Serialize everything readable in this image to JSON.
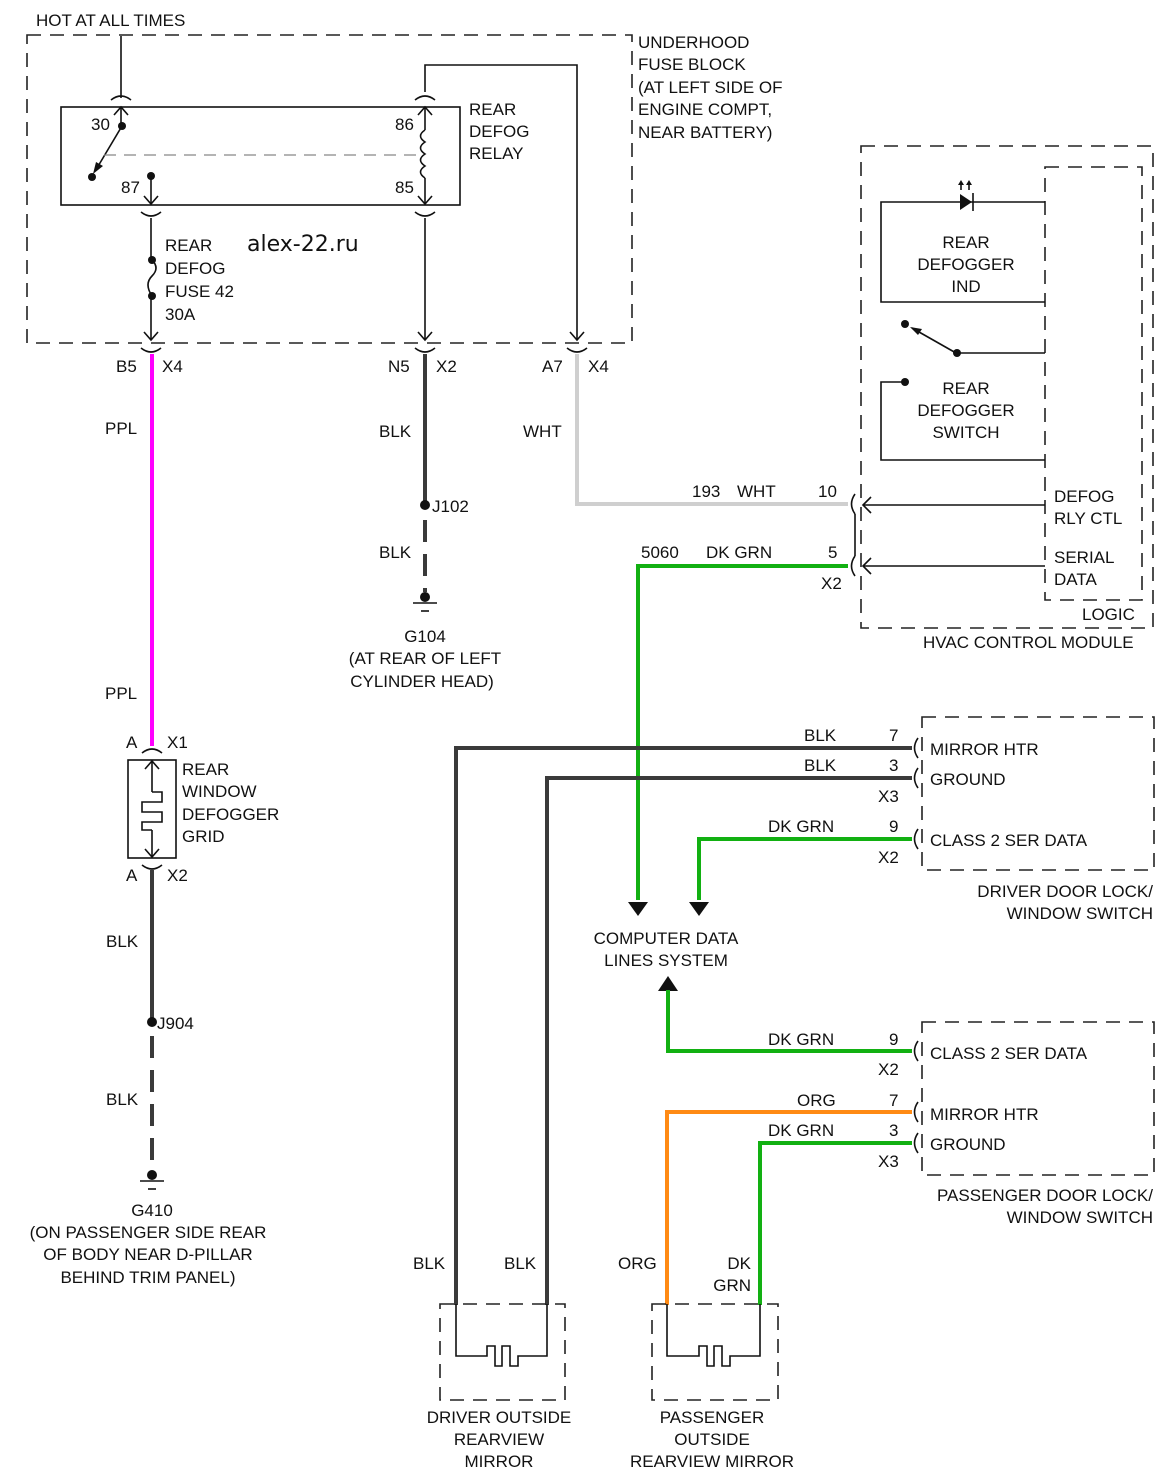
{
  "watermark": "alex-22.ru",
  "power": {
    "label": "HOT AT ALL TIMES"
  },
  "fuse_block": {
    "name_lines": [
      "UNDERHOOD",
      "FUSE BLOCK",
      "(AT LEFT SIDE OF",
      "ENGINE COMPT,",
      "NEAR BATTERY)"
    ],
    "relay": {
      "name_lines": [
        "REAR",
        "DEFOG",
        "RELAY"
      ],
      "pins": {
        "p30": "30",
        "p87": "87",
        "p86": "86",
        "p85": "85"
      }
    },
    "fuse": {
      "name_lines": [
        "REAR",
        "DEFOG",
        "FUSE 42",
        "30A"
      ]
    },
    "outputs": [
      {
        "cavity": "B5",
        "connector": "X4",
        "wire_color": "PPL"
      },
      {
        "cavity": "N5",
        "connector": "X2",
        "wire_color": "BLK"
      },
      {
        "cavity": "A7",
        "connector": "X4",
        "wire_color": "WHT"
      }
    ]
  },
  "hvac": {
    "name": "HVAC CONTROL MODULE",
    "logic_label": "LOGIC",
    "indicator_lines": [
      "REAR",
      "DEFOGGER",
      "IND"
    ],
    "switch_lines": [
      "REAR",
      "DEFOGGER",
      "SWITCH"
    ],
    "pins": [
      {
        "circuit": "193",
        "wire_color": "WHT",
        "pin": "10",
        "function_lines": [
          "DEFOG",
          "RLY CTL"
        ]
      },
      {
        "circuit": "5060",
        "wire_color": "DK GRN",
        "pin": "5",
        "connector": "X2",
        "function_lines": [
          "SERIAL",
          "DATA"
        ]
      }
    ]
  },
  "ground_g104": {
    "splice": "J102",
    "wire_color_upper": "BLK",
    "wire_color_lower": "BLK",
    "name": "G104",
    "location_lines": [
      "(AT REAR OF LEFT",
      "CYLINDER HEAD)"
    ]
  },
  "defogger_grid": {
    "wire_color_upper": "PPL",
    "top_cavity": "A",
    "top_connector": "X1",
    "bottom_cavity": "A",
    "bottom_connector": "X2",
    "name_lines": [
      "REAR",
      "WINDOW",
      "DEFOGGER",
      "GRID"
    ]
  },
  "ground_g410": {
    "wire_color_upper": "BLK",
    "splice": "J904",
    "wire_color_lower": "BLK",
    "name": "G410",
    "location_lines": [
      "(ON PASSENGER SIDE REAR",
      "OF BODY NEAR D-PILLAR",
      "BEHIND TRIM PANEL)"
    ]
  },
  "data_lines": {
    "name_lines": [
      "COMPUTER DATA",
      "LINES SYSTEM"
    ]
  },
  "driver_switch": {
    "name_lines": [
      "DRIVER DOOR LOCK/",
      "WINDOW SWITCH"
    ],
    "pins": [
      {
        "wire_color": "BLK",
        "pin": "7",
        "function": "MIRROR HTR"
      },
      {
        "wire_color": "BLK",
        "pin": "3",
        "function": "GROUND",
        "connector": "X3"
      },
      {
        "wire_color": "DK GRN",
        "pin": "9",
        "function": "CLASS 2 SER DATA",
        "connector": "X2"
      }
    ]
  },
  "passenger_switch": {
    "name_lines": [
      "PASSENGER DOOR LOCK/",
      "WINDOW SWITCH"
    ],
    "pins": [
      {
        "wire_color": "DK GRN",
        "pin": "9",
        "function": "CLASS 2 SER DATA",
        "connector": "X2"
      },
      {
        "wire_color": "ORG",
        "pin": "7",
        "function": "MIRROR HTR"
      },
      {
        "wire_color": "DK GRN",
        "pin": "3",
        "function": "GROUND",
        "connector": "X3"
      }
    ]
  },
  "driver_mirror": {
    "wire_left": "BLK",
    "wire_right": "BLK",
    "name_lines": [
      "DRIVER OUTSIDE",
      "REARVIEW",
      "MIRROR"
    ]
  },
  "passenger_mirror": {
    "wire_left": "ORG",
    "wire_right_lines": [
      "DK",
      "GRN"
    ],
    "name_lines": [
      "PASSENGER",
      "OUTSIDE",
      "REARVIEW MIRROR"
    ]
  },
  "wire_colors": {
    "PPL": "#ff00ff",
    "BLK": "#3a3a3a",
    "WHT": "#cfcfcf",
    "DK GRN": "#12b012",
    "ORG": "#ff8a14"
  }
}
